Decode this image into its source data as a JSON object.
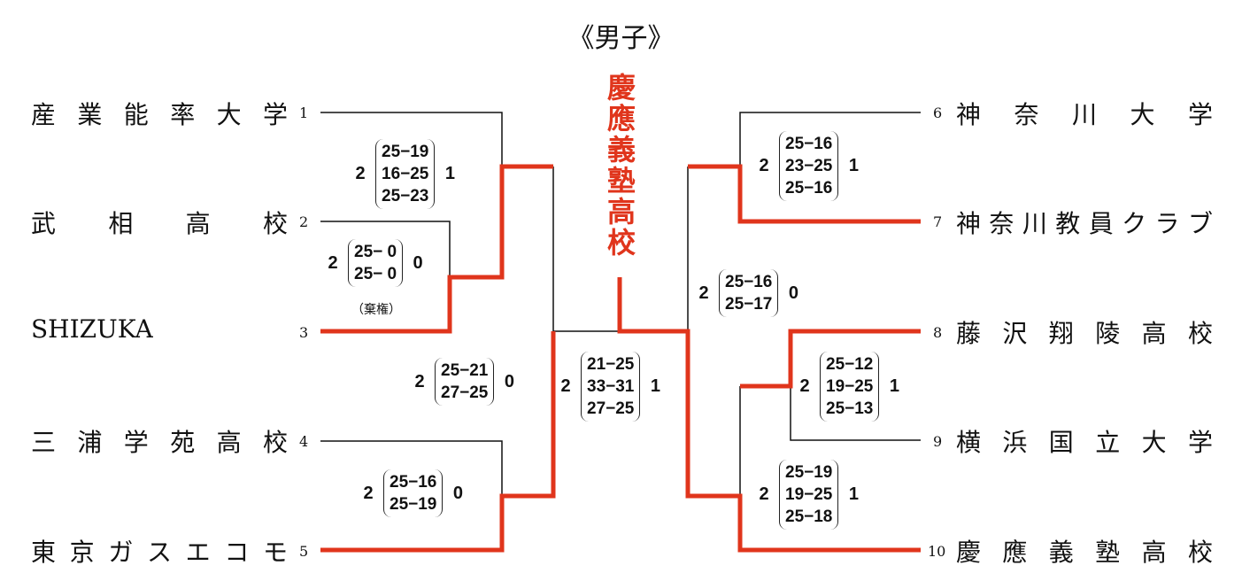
{
  "title": "《男子》",
  "champion": [
    "慶",
    "應",
    "義",
    "塾",
    "高",
    "校"
  ],
  "colors": {
    "winner_line": "#e0351c",
    "line": "#111111"
  },
  "teams": [
    {
      "seed": "1",
      "name": "産業能率大学"
    },
    {
      "seed": "2",
      "name": "武相高校"
    },
    {
      "seed": "3",
      "name": "SHIZUKA"
    },
    {
      "seed": "4",
      "name": "三浦学苑高校"
    },
    {
      "seed": "5",
      "name": "東京ガスエコモ"
    },
    {
      "seed": "6",
      "name": "神奈川大学"
    },
    {
      "seed": "7",
      "name": "神奈川教員クラブ"
    },
    {
      "seed": "8",
      "name": "藤沢翔陵高校"
    },
    {
      "seed": "9",
      "name": "横浜国立大学"
    },
    {
      "seed": "10",
      "name": "慶應義塾高校"
    }
  ],
  "matches": {
    "m1": {
      "left": "2",
      "sets": [
        "25−19",
        "16−25",
        "25−23"
      ],
      "right": "1"
    },
    "m2": {
      "left": "2",
      "sets": [
        "25− 0",
        "25− 0"
      ],
      "right": "0",
      "note": "（棄権）"
    },
    "m3": {
      "left": "2",
      "sets": [
        "25−21",
        "27−25"
      ],
      "right": "0"
    },
    "m4": {
      "left": "2",
      "sets": [
        "25−16",
        "25−19"
      ],
      "right": "0"
    },
    "m5": {
      "left": "2",
      "sets": [
        "25−16",
        "23−25",
        "25−16"
      ],
      "right": "1"
    },
    "m6": {
      "left": "2",
      "sets": [
        "25−16",
        "25−17"
      ],
      "right": "0"
    },
    "m7": {
      "left": "2",
      "sets": [
        "25−12",
        "19−25",
        "25−13"
      ],
      "right": "1"
    },
    "m8": {
      "left": "2",
      "sets": [
        "25−19",
        "19−25",
        "25−18"
      ],
      "right": "1"
    },
    "final": {
      "left": "2",
      "sets": [
        "21−25",
        "33−31",
        "27−25"
      ],
      "right": "1"
    }
  }
}
